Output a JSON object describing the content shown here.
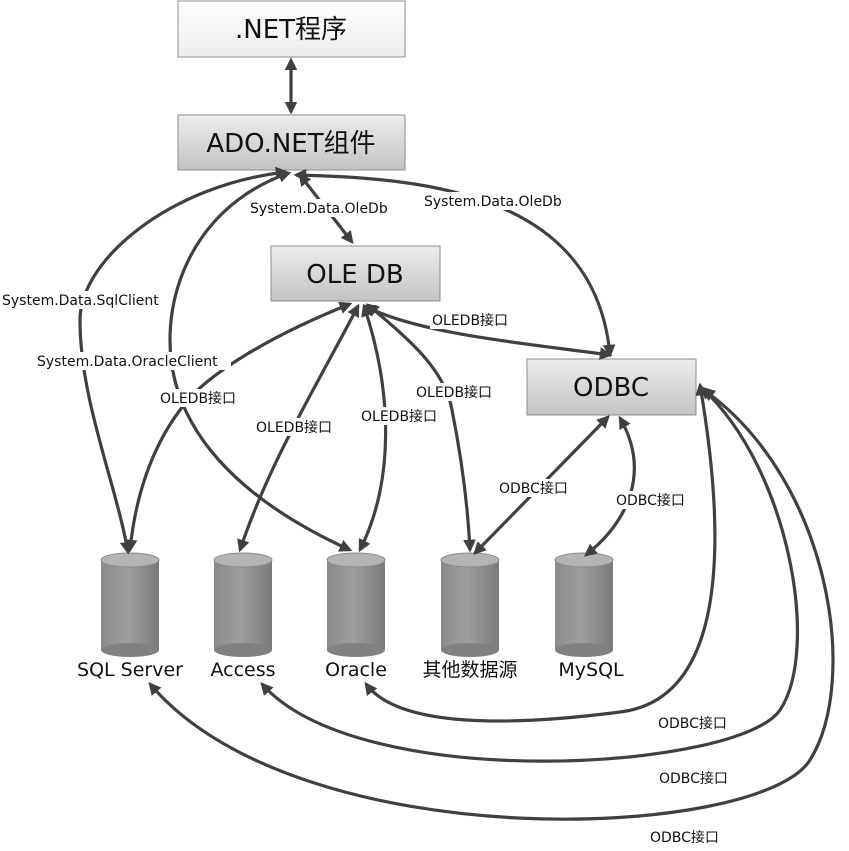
{
  "boxes": {
    "dotnet": ".NET程序",
    "adonet": "ADO.NET组件",
    "oledb": "OLE DB",
    "odbc": "ODBC"
  },
  "databases": [
    "SQL Server",
    "Access",
    "Oracle",
    "其他数据源",
    "MySQL"
  ],
  "labels": {
    "sys_oledb_left": "System.Data.OleDb",
    "sys_oledb_right": "System.Data.OleDb",
    "sys_sqlclient": "System.Data.SqlClient",
    "sys_oracleclient": "System.Data.OracleClient",
    "oledb_if_odbc": "OLEDB接口",
    "oledb_if_sql": "OLEDB接口",
    "oledb_if_access": "OLEDB接口",
    "oledb_if_oracle": "OLEDB接口",
    "oledb_if_other": "OLEDB接口",
    "odbc_if_other": "ODBC接口",
    "odbc_if_mysql": "ODBC接口",
    "odbc_if_oracle": "ODBC接口",
    "odbc_if_access": "ODBC接口",
    "odbc_if_sql": "ODBC接口"
  }
}
